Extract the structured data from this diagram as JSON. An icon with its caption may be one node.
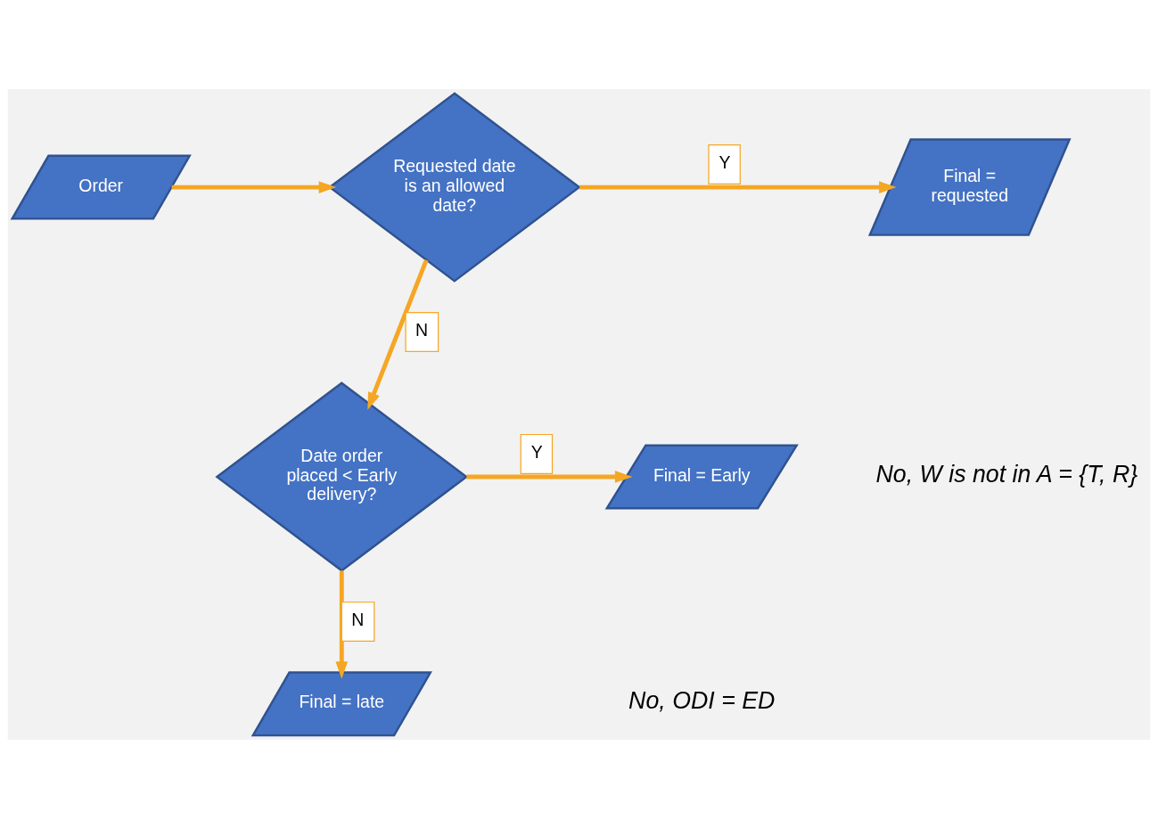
{
  "diagram": {
    "nodes": [
      {
        "text": [
          "Order"
        ]
      },
      {
        "text": [
          "Requested date is an allowed date?"
        ]
      },
      {
        "text": [
          "Final = requested"
        ]
      },
      {
        "text": [
          "Date order placed < Early delivery?"
        ]
      },
      {
        "text": [
          "Final = Early"
        ]
      },
      {
        "text": [
          "Final = late"
        ]
      }
    ],
    "edges": [
      {
        "from": 0,
        "to": 1,
        "arrow": "to"
      },
      {
        "from": 1,
        "to": 2,
        "arrow": "to",
        "label": "Y"
      },
      {
        "from": 1,
        "to": 3,
        "arrow": "to",
        "label": "N"
      },
      {
        "from": 3,
        "to": 4,
        "arrow": "to",
        "label": "Y"
      },
      {
        "from": 3,
        "to": 5,
        "arrow": "to",
        "label": "N"
      }
    ],
    "labels": [
      "No, W is not in A = {T, R}",
      "No, ODI = ED"
    ]
  }
}
